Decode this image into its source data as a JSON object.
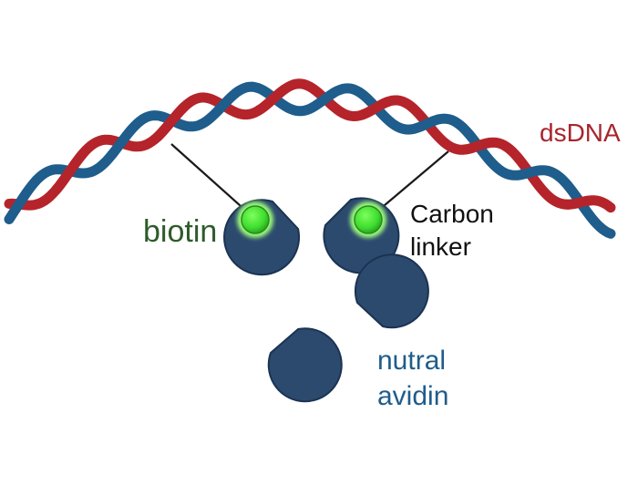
{
  "labels": {
    "dsdna": "dsDNA",
    "biotin": "biotin",
    "carbon_linker_line1": "Carbon",
    "carbon_linker_line2": "linker",
    "avidin_line1": "nutral",
    "avidin_line2": "avidin"
  },
  "colors": {
    "strand_red": "#b5242a",
    "strand_blue": "#1e5d8c",
    "avidin": "#2c4a6e",
    "avidin_outline": "#1b3352",
    "biotin": "#3fdc2f",
    "biotin_glow": "#9dfb7a",
    "biotin_label": "#2e5b2a",
    "dsdna_label": "#a8262c",
    "avidin_label": "#1f5c8c",
    "linker_label": "#111111",
    "linker_line": "#1a1a1a"
  },
  "icons": {
    "avidin_subunit": "pacman-subunit-icon",
    "biotin": "biotin-sphere-icon"
  }
}
